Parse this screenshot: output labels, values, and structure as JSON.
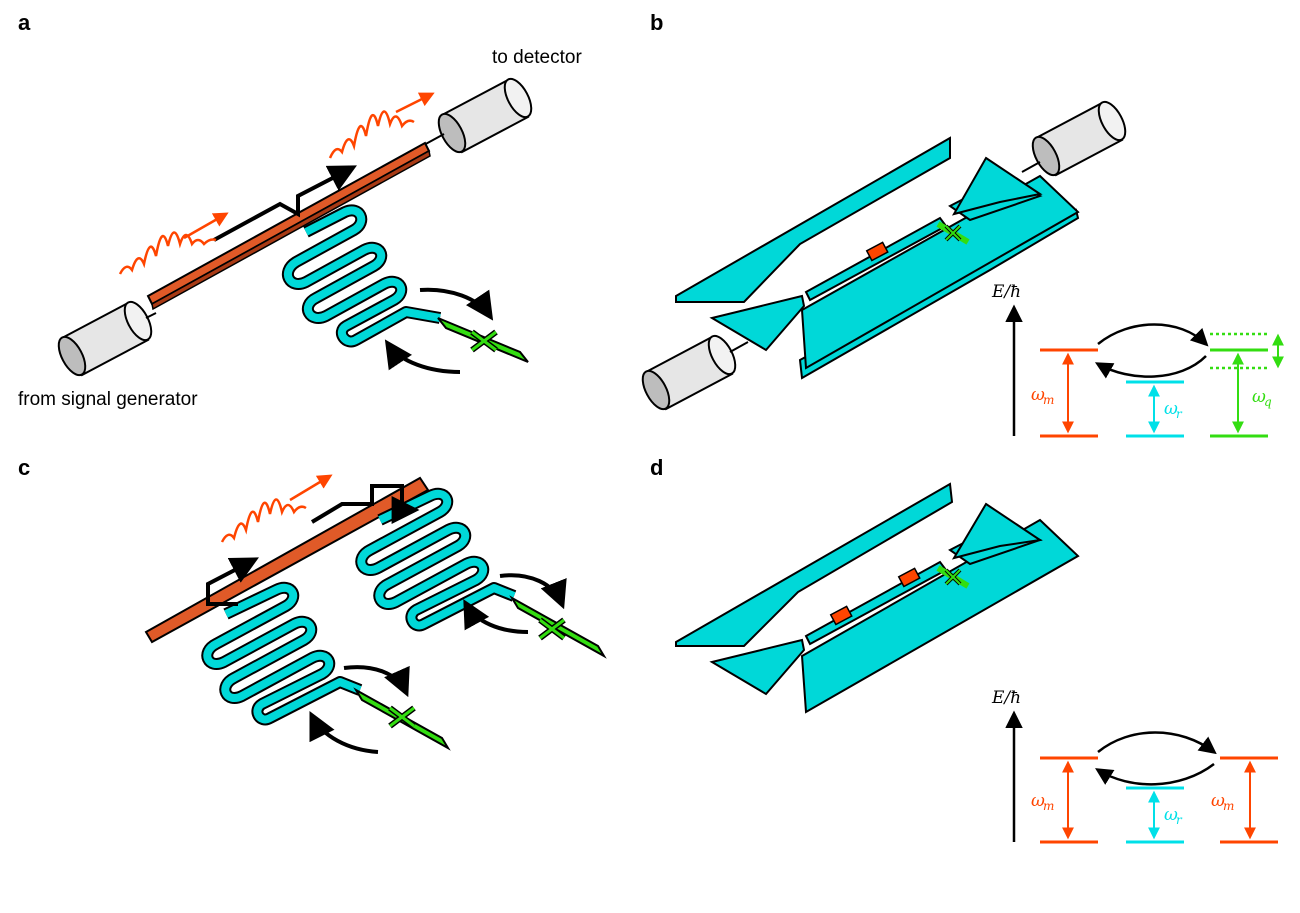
{
  "panels": {
    "a": {
      "label": "a",
      "to_detector": "to detector",
      "from_generator": "from signal generator"
    },
    "b": {
      "label": "b",
      "axis_label": "E/ħ",
      "omega_m": "ω",
      "omega_m_sub": "m",
      "omega_r": "ω",
      "omega_r_sub": "r",
      "omega_q": "ω",
      "omega_q_sub": "q"
    },
    "c": {
      "label": "c"
    },
    "d": {
      "label": "d",
      "axis_label": "E/ħ",
      "omega_m_left": "ω",
      "omega_m_left_sub": "m",
      "omega_r": "ω",
      "omega_r_sub": "r",
      "omega_m_right": "ω",
      "omega_m_right_sub": "m"
    }
  },
  "colors": {
    "resonator": "#00d8d8",
    "mechanical": "#ff4500",
    "qubit": "#33dd11",
    "connector": "#e0e0e0"
  }
}
